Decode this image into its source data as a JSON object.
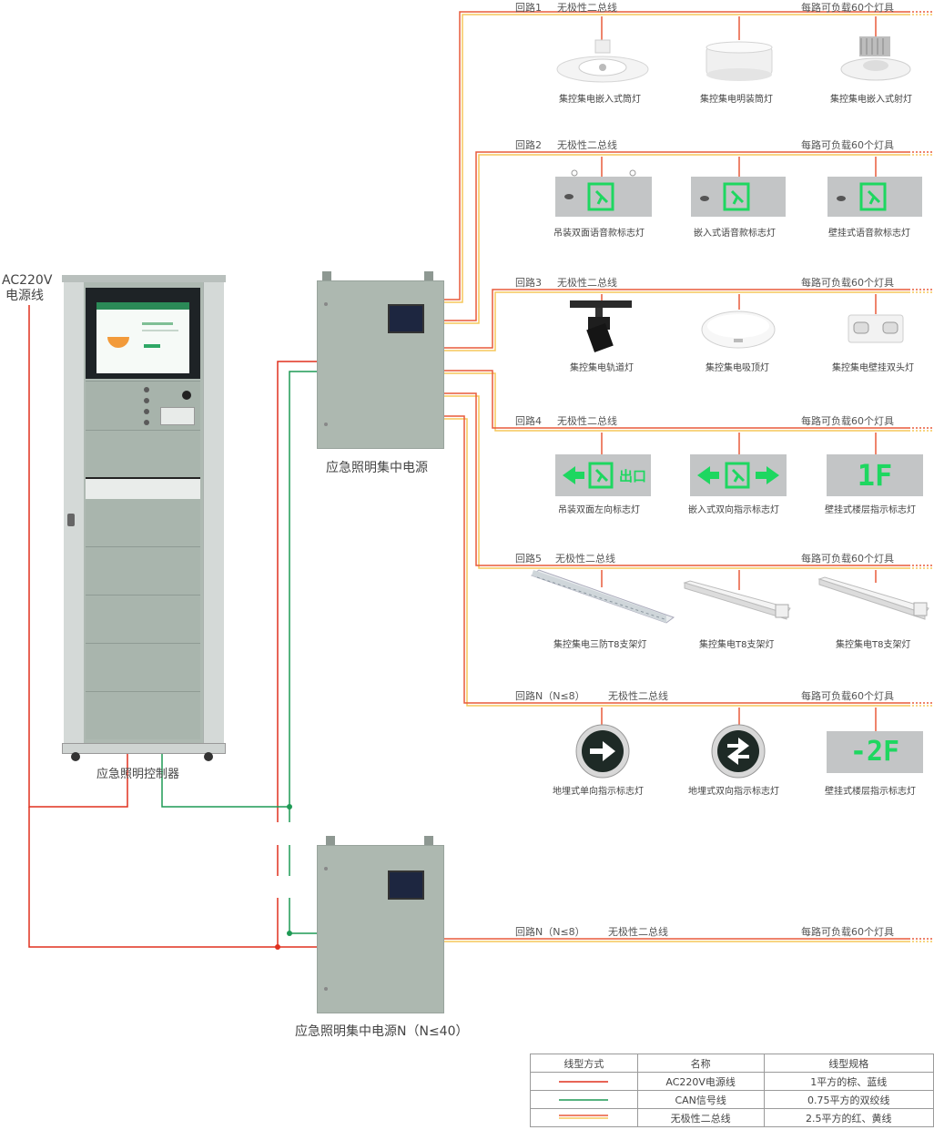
{
  "ac_label": [
    "AC220V",
    "电源线"
  ],
  "controller_label": "应急照明控制器",
  "power1_label": "应急照明集中电源",
  "powerN_label": "应急照明集中电源N（N≤40）",
  "load_text": "每路可负载60个灯具",
  "bus_name": "无极性二总线",
  "loops": [
    {
      "name": "回路1",
      "items": [
        "集控集电嵌入式筒灯",
        "集控集电明装筒灯",
        "集控集电嵌入式射灯"
      ]
    },
    {
      "name": "回路2",
      "items": [
        "吊装双面语音款标志灯",
        "嵌入式语音款标志灯",
        "壁挂式语音款标志灯"
      ]
    },
    {
      "name": "回路3",
      "items": [
        "集控集电轨道灯",
        "集控集电吸顶灯",
        "集控集电壁挂双头灯"
      ]
    },
    {
      "name": "回路4",
      "items": [
        "吊装双面左向标志灯",
        "嵌入式双向指示标志灯",
        "壁挂式楼层指示标志灯"
      ]
    },
    {
      "name": "回路5",
      "items": [
        "集控集电三防T8支架灯",
        "集控集电T8支架灯",
        "集控集电T8支架灯"
      ]
    },
    {
      "name": "回路N（N≤8）",
      "items": [
        "地埋式单向指示标志灯",
        "地埋式双向指示标志灯",
        "壁挂式楼层指示标志灯"
      ]
    }
  ],
  "loopN_bottom": "回路N（N≤8）",
  "signs": {
    "exit_text": "出口",
    "floor1": "1F",
    "floor2": "-2F"
  },
  "legend": {
    "headers": [
      "线型方式",
      "名称",
      "线型规格"
    ],
    "rows": [
      {
        "name": "AC220V电源线",
        "spec": "1平方的棕、蓝线",
        "color": "#e0301e"
      },
      {
        "name": "CAN信号线",
        "spec": "0.75平方的双绞线",
        "color": "#1e9a55"
      },
      {
        "name": "无极性二总线",
        "spec": "2.5平方的红、黄线",
        "color": "#f0c040"
      }
    ]
  },
  "colors": {
    "power": "#e0301e",
    "can": "#1e9a55",
    "bus_red": "#e85a3a",
    "bus_yellow": "#f6c75a",
    "sign_green": "#1ed760"
  }
}
